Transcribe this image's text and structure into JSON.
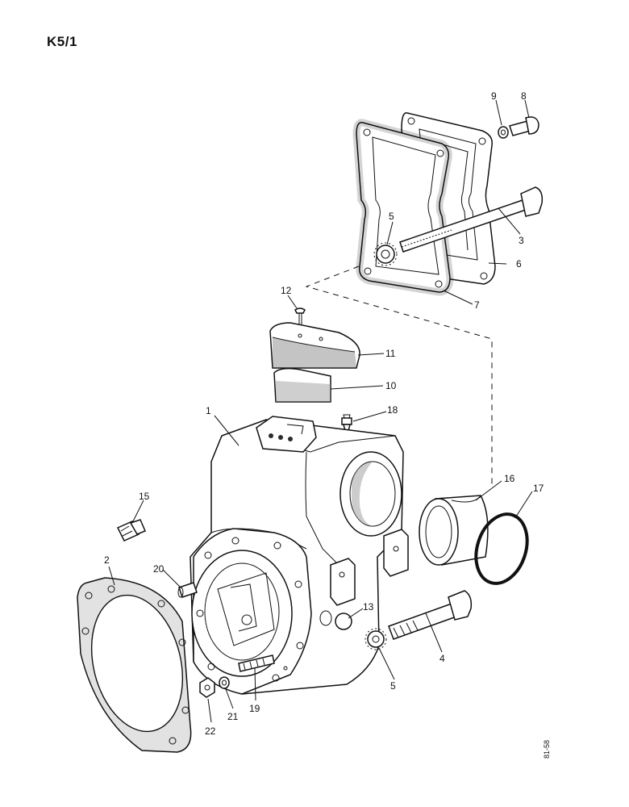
{
  "page_code": "K5/1",
  "drawing_ref": "81-58",
  "callouts": [
    {
      "id": "c1",
      "text": "1"
    },
    {
      "id": "c2",
      "text": "2"
    },
    {
      "id": "c3",
      "text": "3"
    },
    {
      "id": "c4",
      "text": "4"
    },
    {
      "id": "c5a",
      "text": "5"
    },
    {
      "id": "c5b",
      "text": "5"
    },
    {
      "id": "c6",
      "text": "6"
    },
    {
      "id": "c7",
      "text": "7"
    },
    {
      "id": "c8",
      "text": "8"
    },
    {
      "id": "c9",
      "text": "9"
    },
    {
      "id": "c10",
      "text": "10"
    },
    {
      "id": "c11",
      "text": "11"
    },
    {
      "id": "c12",
      "text": "12"
    },
    {
      "id": "c13",
      "text": "13"
    },
    {
      "id": "c15",
      "text": "15"
    },
    {
      "id": "c16",
      "text": "16"
    },
    {
      "id": "c17",
      "text": "17"
    },
    {
      "id": "c18",
      "text": "18"
    },
    {
      "id": "c19",
      "text": "19"
    },
    {
      "id": "c20",
      "text": "20"
    },
    {
      "id": "c21",
      "text": "21"
    },
    {
      "id": "c22",
      "text": "22"
    }
  ]
}
